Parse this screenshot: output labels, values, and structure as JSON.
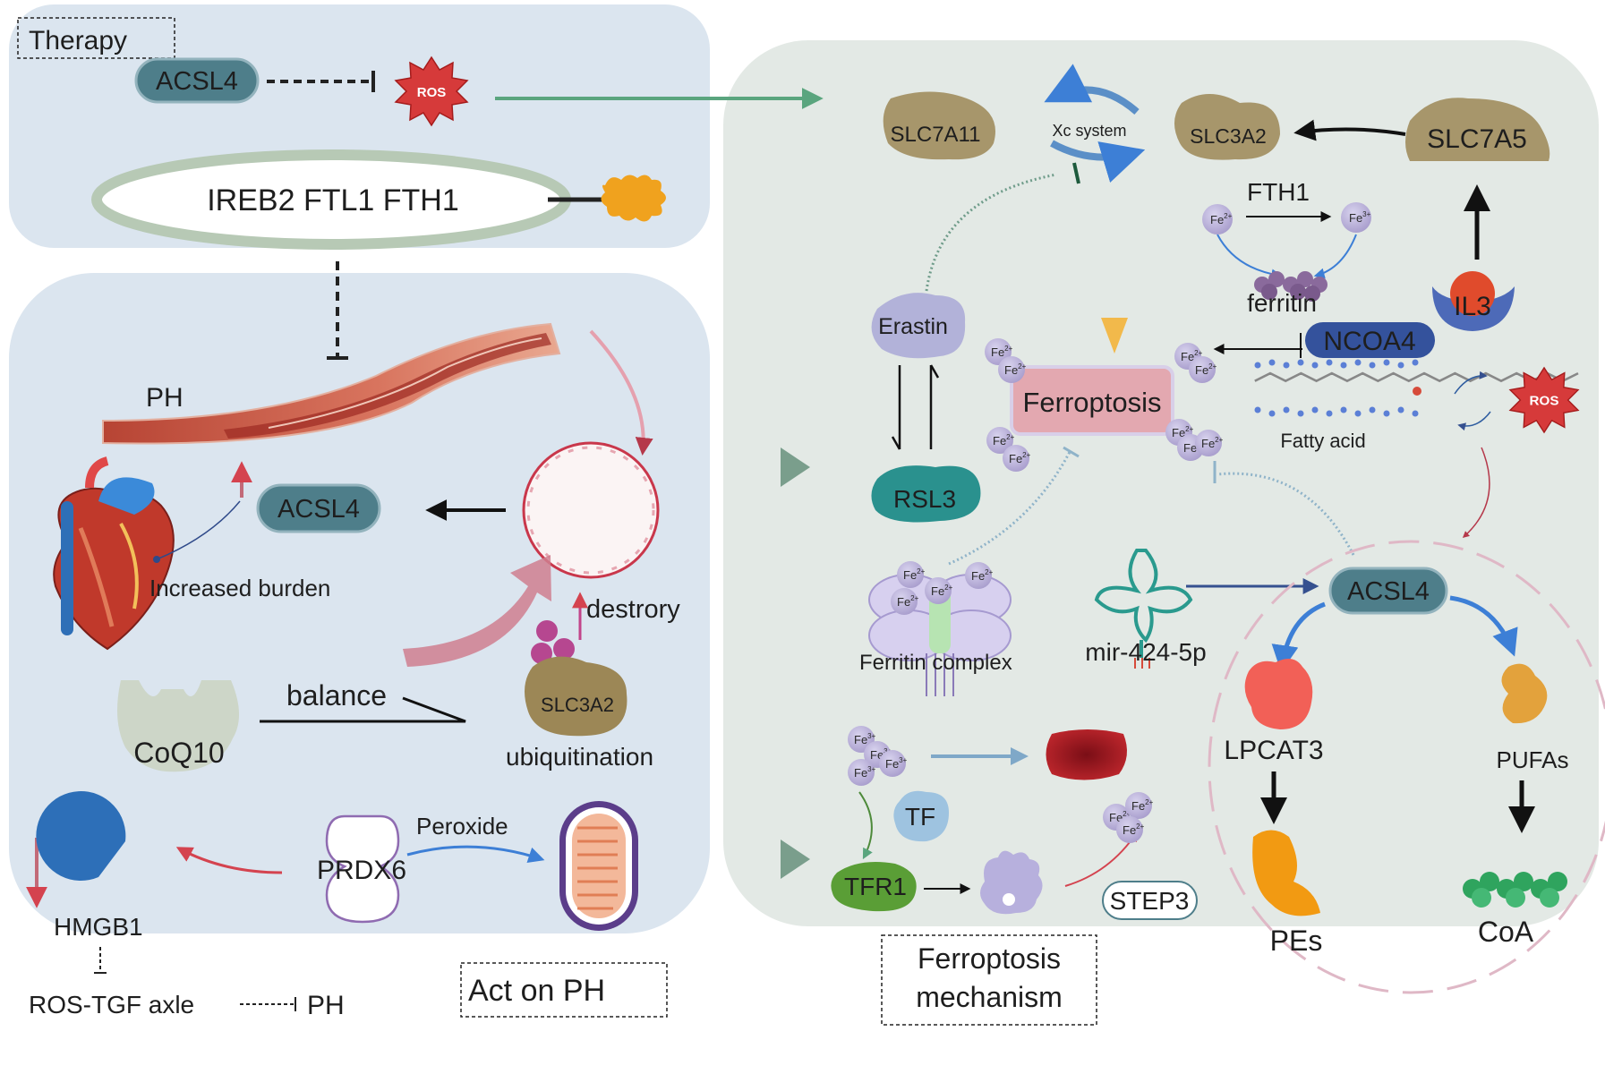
{
  "therapy": {
    "title": "Therapy",
    "acsl4": "ACSL4",
    "ros": "ROS",
    "genes": "IREB2 FTL1 FTH1"
  },
  "act_on_ph": {
    "title": "Act on PH",
    "ph": "PH",
    "acsl4": "ACSL4",
    "increased_burden": "Increased burden",
    "destroy": "destrory",
    "balance": "balance",
    "coq10": "CoQ10",
    "slc3a2": "SLC3A2",
    "ubiquitination": "ubiquitination",
    "peroxide": "Peroxide",
    "prdx6": "PRDX6",
    "hmgb1": "HMGB1",
    "ros_tgf": "ROS-TGF axle",
    "ph2": "PH"
  },
  "mechanism": {
    "title_line1": "Ferroptosis",
    "title_line2": "mechanism",
    "slc7a11": "SLC7A11",
    "xc_system": "Xc system",
    "slc3a2": "SLC3A2",
    "slc7a5": "SLC7A5",
    "fth1": "FTH1",
    "ferritin": "ferritin",
    "il3": "IL3",
    "erastin": "Erastin",
    "ncoa4": "NCOA4",
    "ferroptosis": "Ferroptosis",
    "fatty_acid": "Fatty acid",
    "ros": "ROS",
    "rsl3": "RSL3",
    "ferritin_complex": "Ferritin complex",
    "mir": "mir-424-5p",
    "acsl4": "ACSL4",
    "lpcat3": "LPCAT3",
    "pufas": "PUFAs",
    "pes": "PEs",
    "coa": "CoA",
    "tf": "TF",
    "tfr1": "TFR1",
    "step3": "STEP3"
  },
  "ions": {
    "fe2": "Fe",
    "fe3": "Fe",
    "sup2": "2+",
    "sup3": "3+"
  },
  "colors": {
    "panel_blue": "#dbe5ef",
    "panel_green": "#e3e9e5",
    "teal_node": "#4e7e8a",
    "ros_red": "#d63a3a",
    "ferroptosis_pink": "#e3a8b0",
    "olive": "#9c8756",
    "arrow_green": "#5aa57e"
  }
}
